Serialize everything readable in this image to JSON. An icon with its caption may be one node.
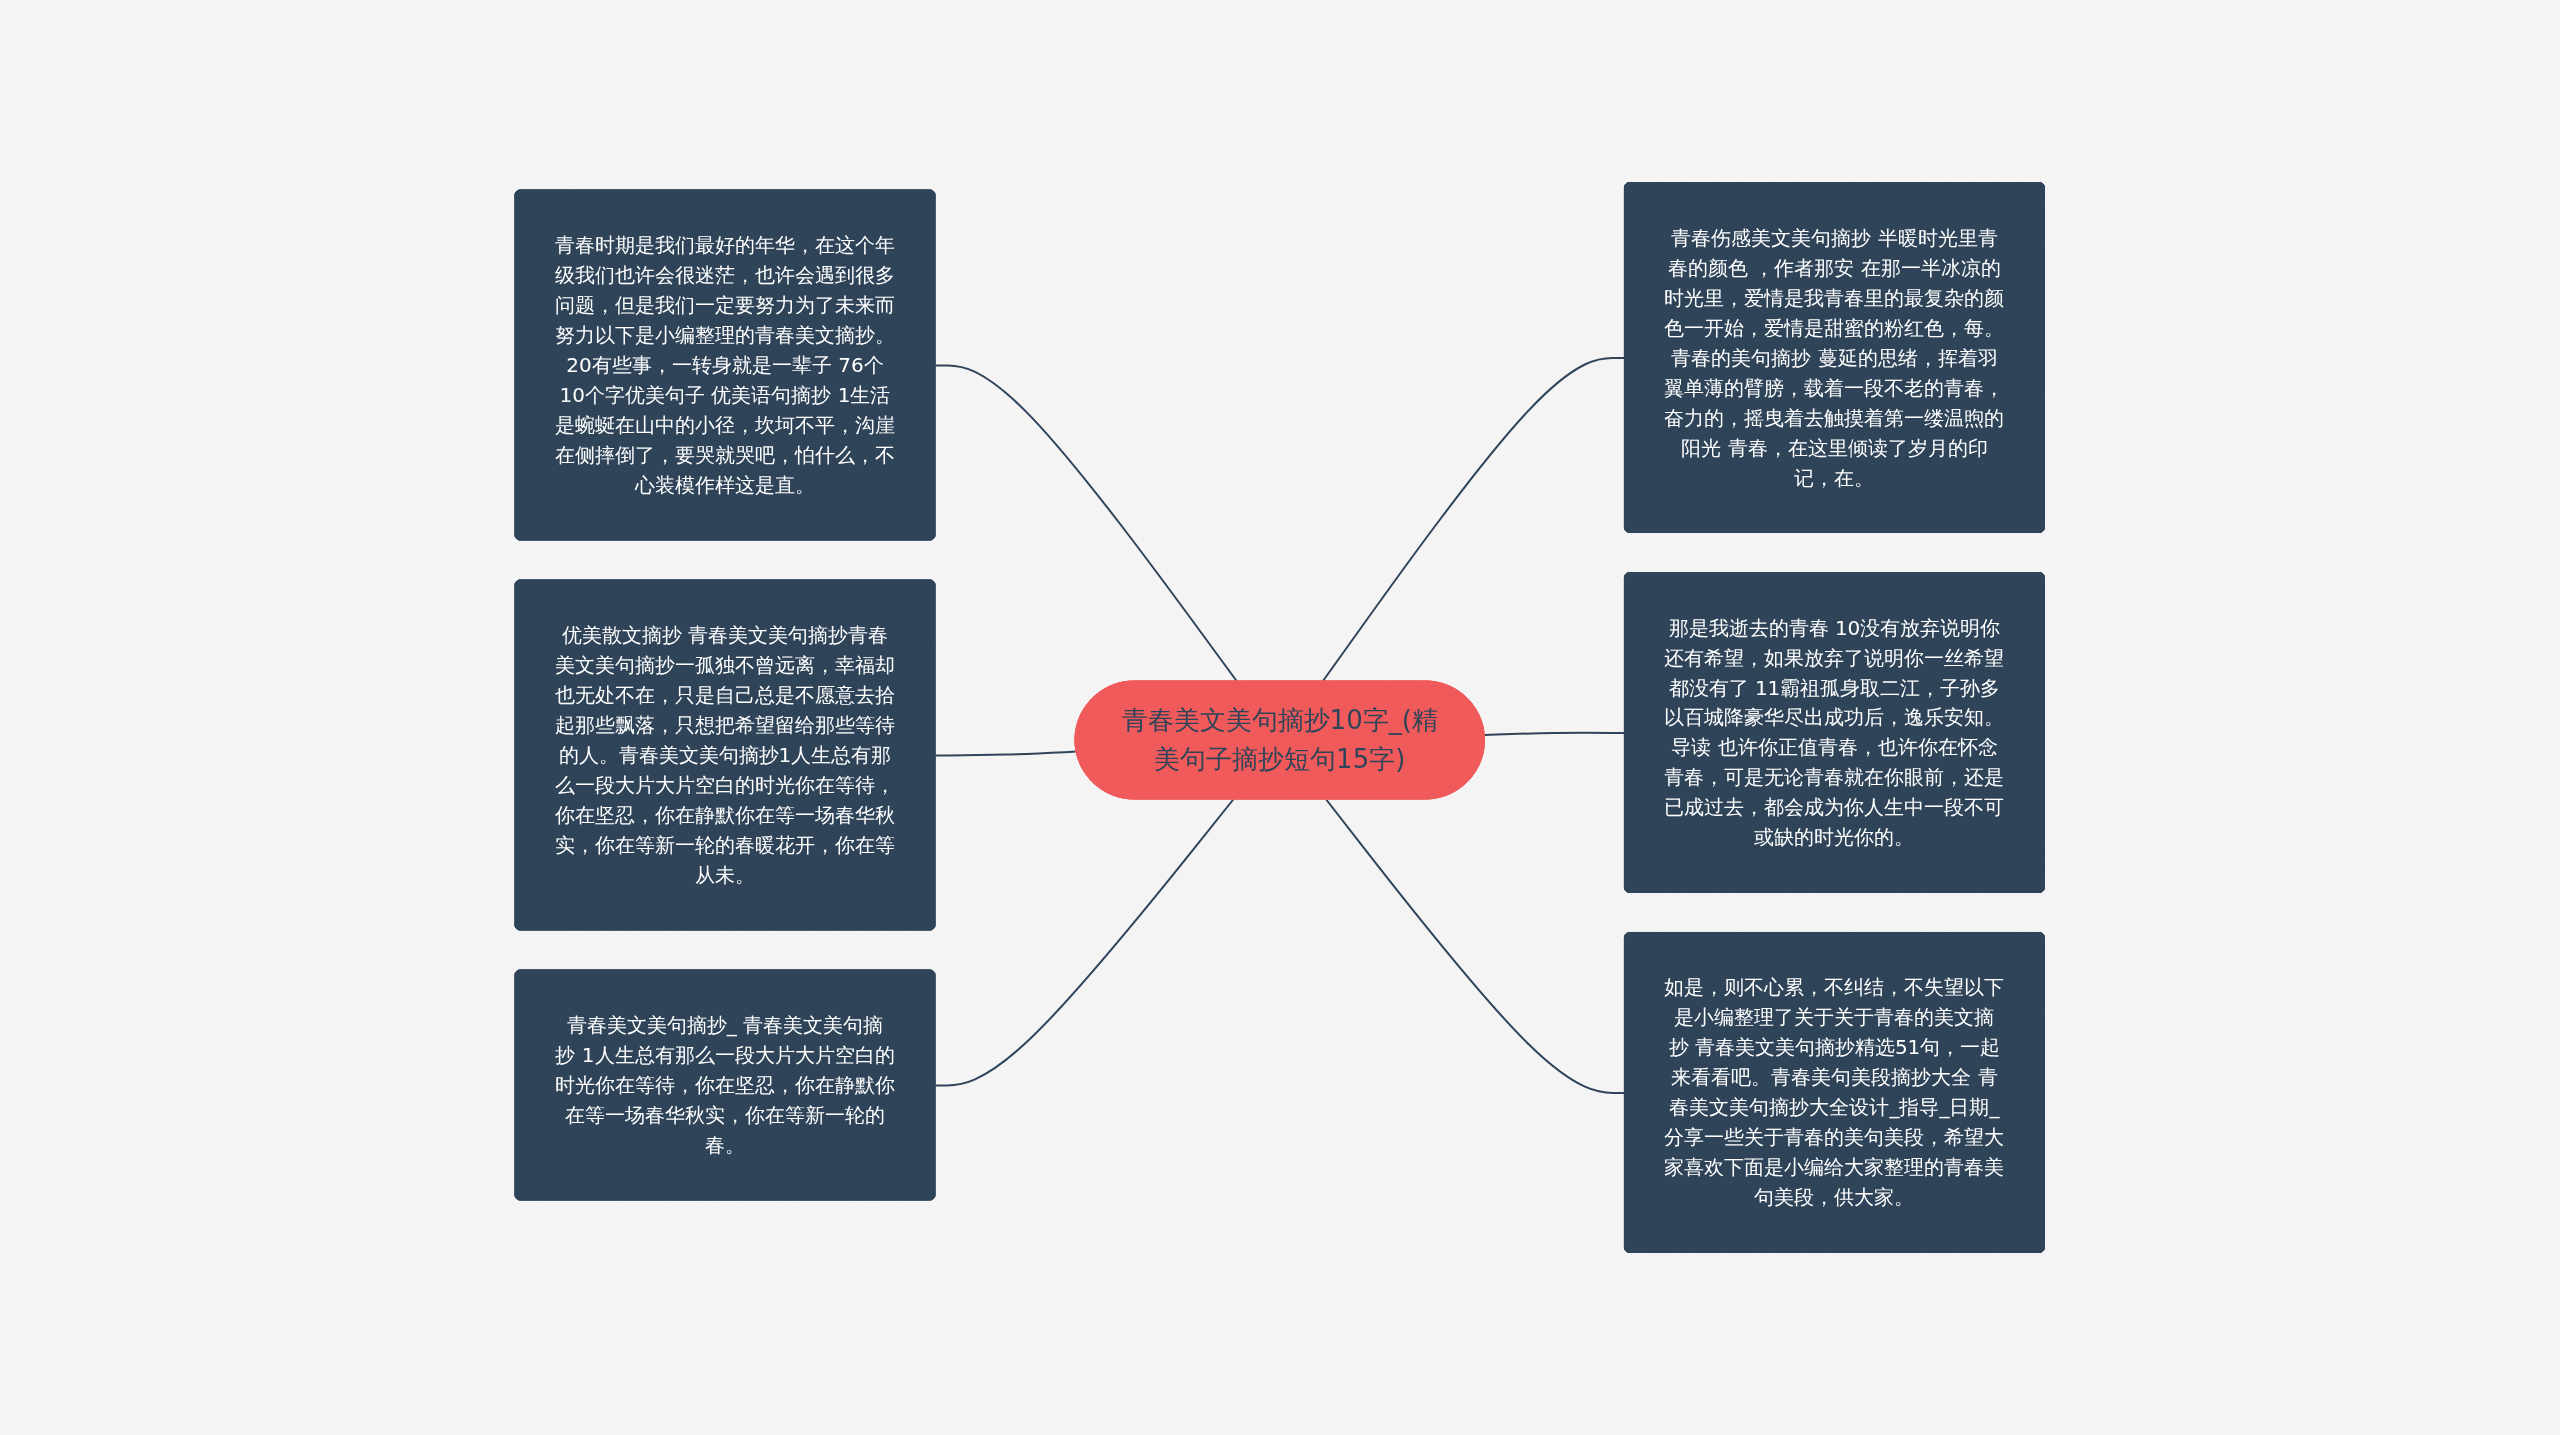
{
  "diagram": {
    "nodes": [
      {
        "text": [
          "青春美文美句摘抄10字_(精美句子摘抄短句15字)"
        ]
      },
      {
        "text": [
          "青春时期是我们最好的年华，在这个年级我们也许会很迷茫，也许会遇到很多问题，但是我们一定要努力为了未来而努力以下是小编整理的青春美文摘抄。20有些事，一转身就是一辈子 76个10个字优美句子 优美语句摘抄 1生活是蜿蜒在山中的小径，坎坷不平，沟崖在侧摔倒了，要哭就哭吧，怕什么，不心装模作样这是直。"
        ]
      },
      {
        "text": [
          "优美散文摘抄 青春美文美句摘抄青春美文美句摘抄一孤独不曾远离，幸福却也无处不在，只是自己总是不愿意去拾起那些飘落，只想把希望留给那些等待的人。青春美文美句摘抄1人生总有那么一段大片大片空白的时光你在等待，你在坚忍，你在静默你在等一场春华秋实，你在等新一轮的春暖花开，你在等从未。"
        ]
      },
      {
        "text": [
          "青春美文美句摘抄_ 青春美文美句摘抄 1人生总有那么一段大片大片空白的时光你在等待，你在坚忍，你在静默你在等一场春华秋实，你在等新一轮的春。"
        ]
      },
      {
        "text": [
          "青春伤感美文美句摘抄 半暖时光里青春的颜色 ，作者那安 在那一半冰凉的时光里，爱情是我青春里的最复杂的颜色一开始，爱情是甜蜜的粉红色，每。青春的美句摘抄 蔓延的思绪，挥着羽翼单薄的臂膀，载着一段不老的青春，奋力的，摇曳着去触摸着第一缕温煦的阳光 青春，在这里倾读了岁月的印记，在。"
        ]
      },
      {
        "text": [
          "那是我逝去的青春 10没有放弃说明你还有希望，如果放弃了说明你一丝希望都没有了 11霸祖孤身取二江，子孙多以百城降豪华尽出成功后，逸乐安知。导读 也许你正值青春，也许你在怀念青春，可是无论青春就在你眼前，还是已成过去，都会成为你人生中一段不可或缺的时光你的。"
        ]
      },
      {
        "text": [
          "如是，则不心累，不纠结，不失望以下是小编整理了关于关于青春的美文摘抄 青春美文美句摘抄精选51句，一起来看看吧。青春美句美段摘抄大全 青春美文美句摘抄大全设计_指导_日期_分享一些关于青春的美句美段，希望大家喜欢下面是小编给大家整理的青春美句美段，供大家。"
        ]
      }
    ],
    "edges": [
      {
        "from": 1,
        "to": 0,
        "arrow": "none"
      },
      {
        "from": 2,
        "to": 0,
        "arrow": "none"
      },
      {
        "from": 3,
        "to": 0,
        "arrow": "none"
      },
      {
        "from": 0,
        "to": 4,
        "arrow": "none"
      },
      {
        "from": 0,
        "to": 5,
        "arrow": "none"
      },
      {
        "from": 0,
        "to": 6,
        "arrow": "none"
      }
    ]
  }
}
